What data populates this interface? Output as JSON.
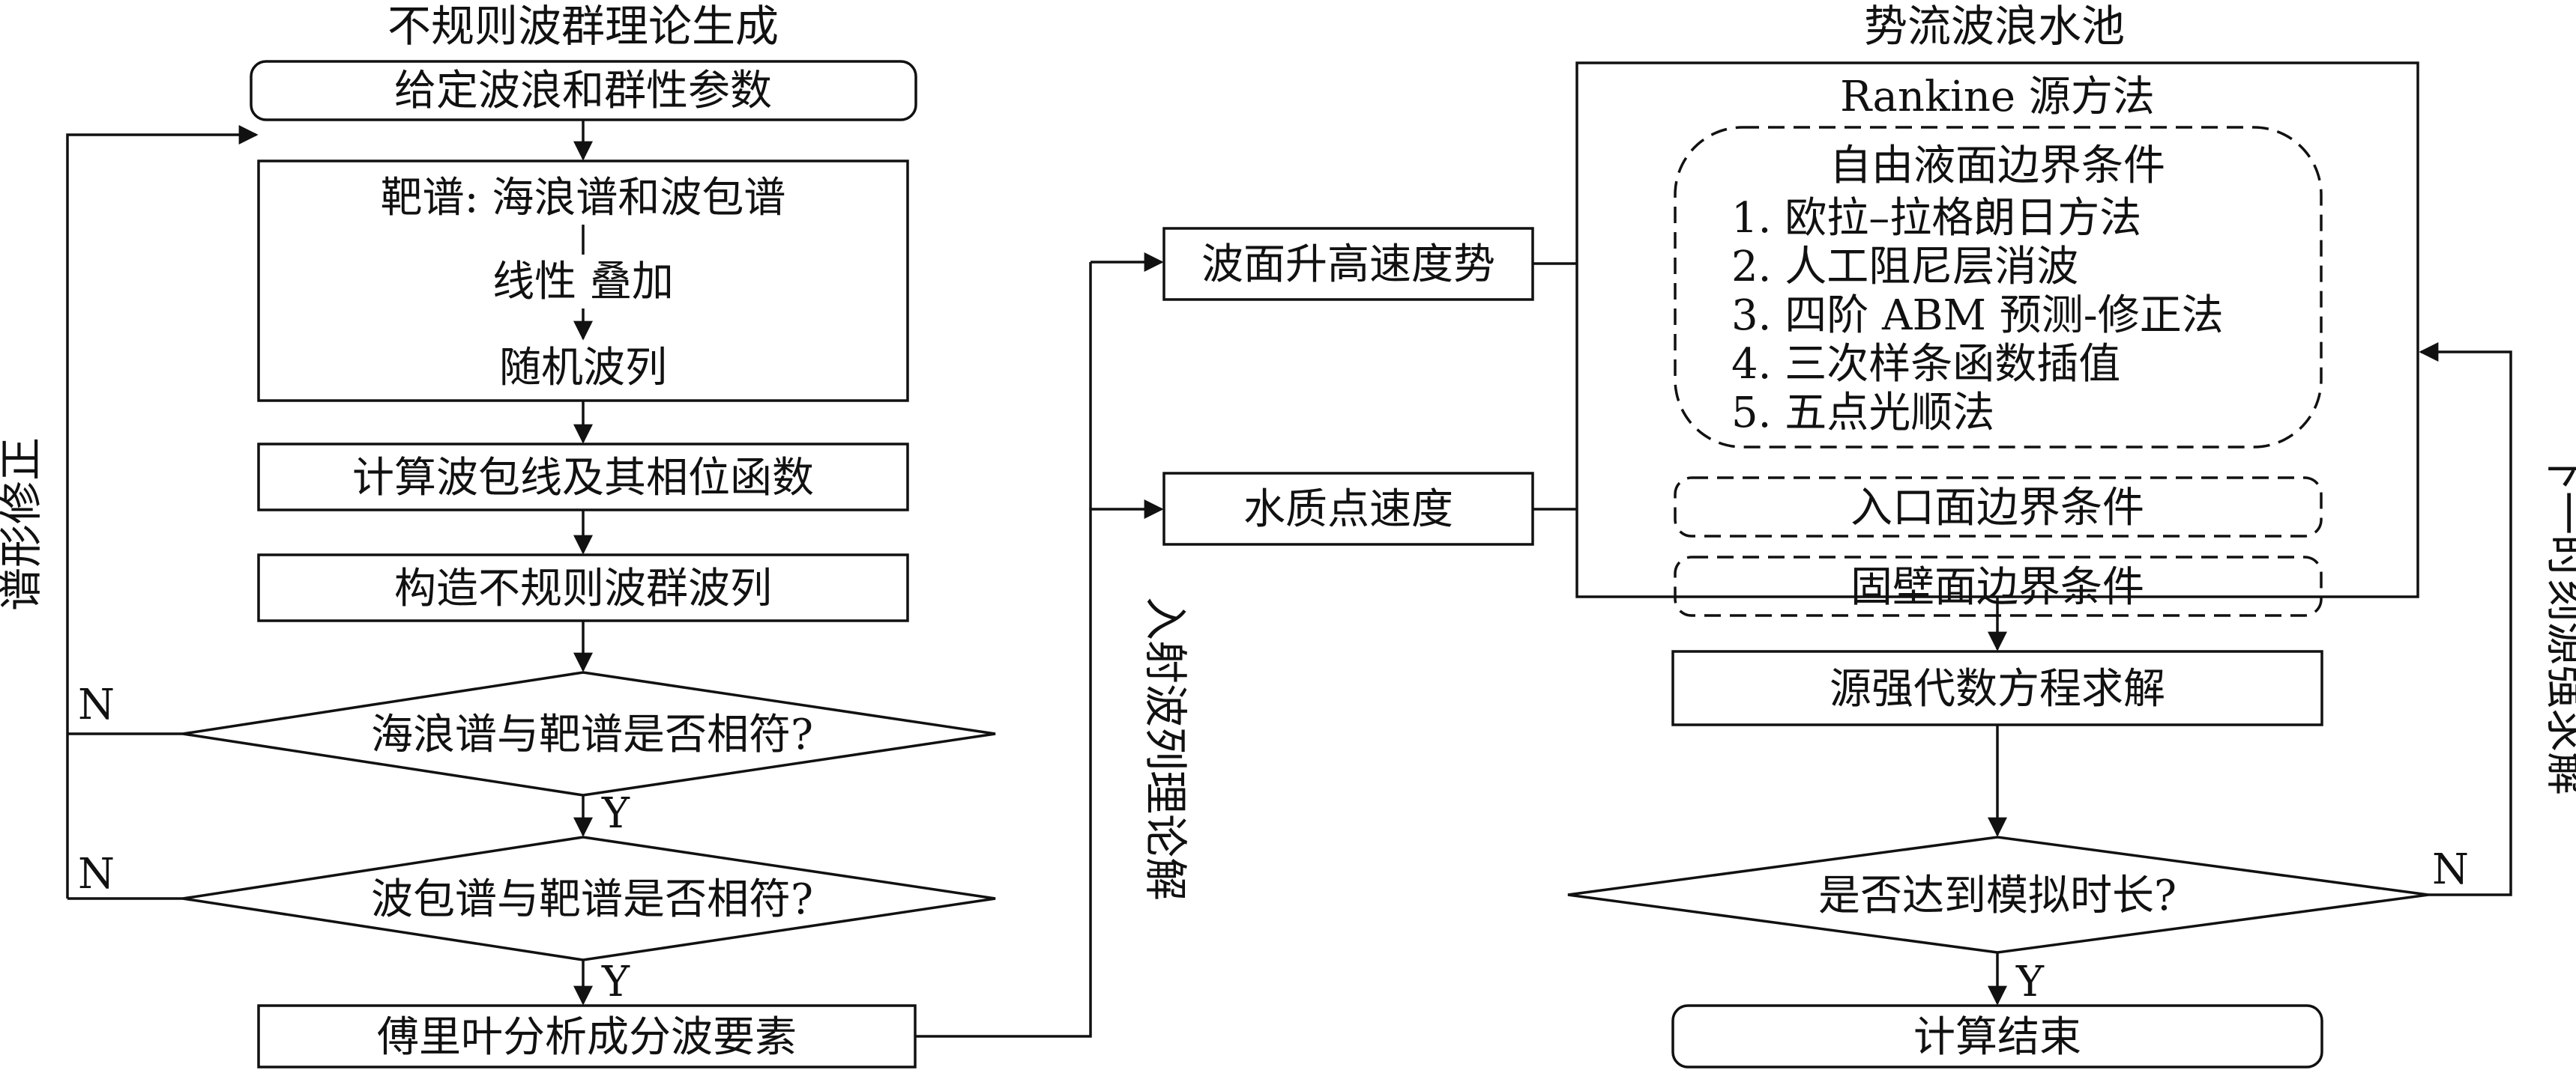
{
  "left_section": {
    "title": "不规则波群理论生成",
    "step1": "给定波浪和群性参数",
    "spectrum_box": {
      "line1": "靶谱: 海浪谱和波包谱",
      "line2": "线性 叠加",
      "line3": "随机波列"
    },
    "step2": "计算波包线及其相位函数",
    "step3": "构造不规则波群波列",
    "decision1": "海浪谱与靶谱是否相符?",
    "decision2": "波包谱与靶谱是否相符?",
    "step4": "傅里叶分析成分波要素",
    "label_n": "N",
    "label_y": "Y",
    "feedback_label": "谱形修正"
  },
  "middle_section": {
    "incident_label": "入射波列理论解",
    "box_elevation": "波面升高速度势",
    "box_velocity": "水质点速度"
  },
  "right_section": {
    "title": "势流波浪水池",
    "rankine_label": "Rankine 源方法",
    "free_surface_title": "自由液面边界条件",
    "free_surface_items": [
      "1. 欧拉–拉格朗日方法",
      "2. 人工阻尼层消波",
      "3. 四阶 ABM 预测-修正法",
      "4. 三次样条函数插值",
      "5. 五点光顺法"
    ],
    "inlet_bc": "入口面边界条件",
    "wall_bc": "固壁面边界条件",
    "solve_box": "源强代数方程求解",
    "decision": "是否达到模拟时长?",
    "end_box": "计算结束",
    "label_n": "N",
    "label_y": "Y",
    "feedback_label": "下一时刻源强求解"
  }
}
